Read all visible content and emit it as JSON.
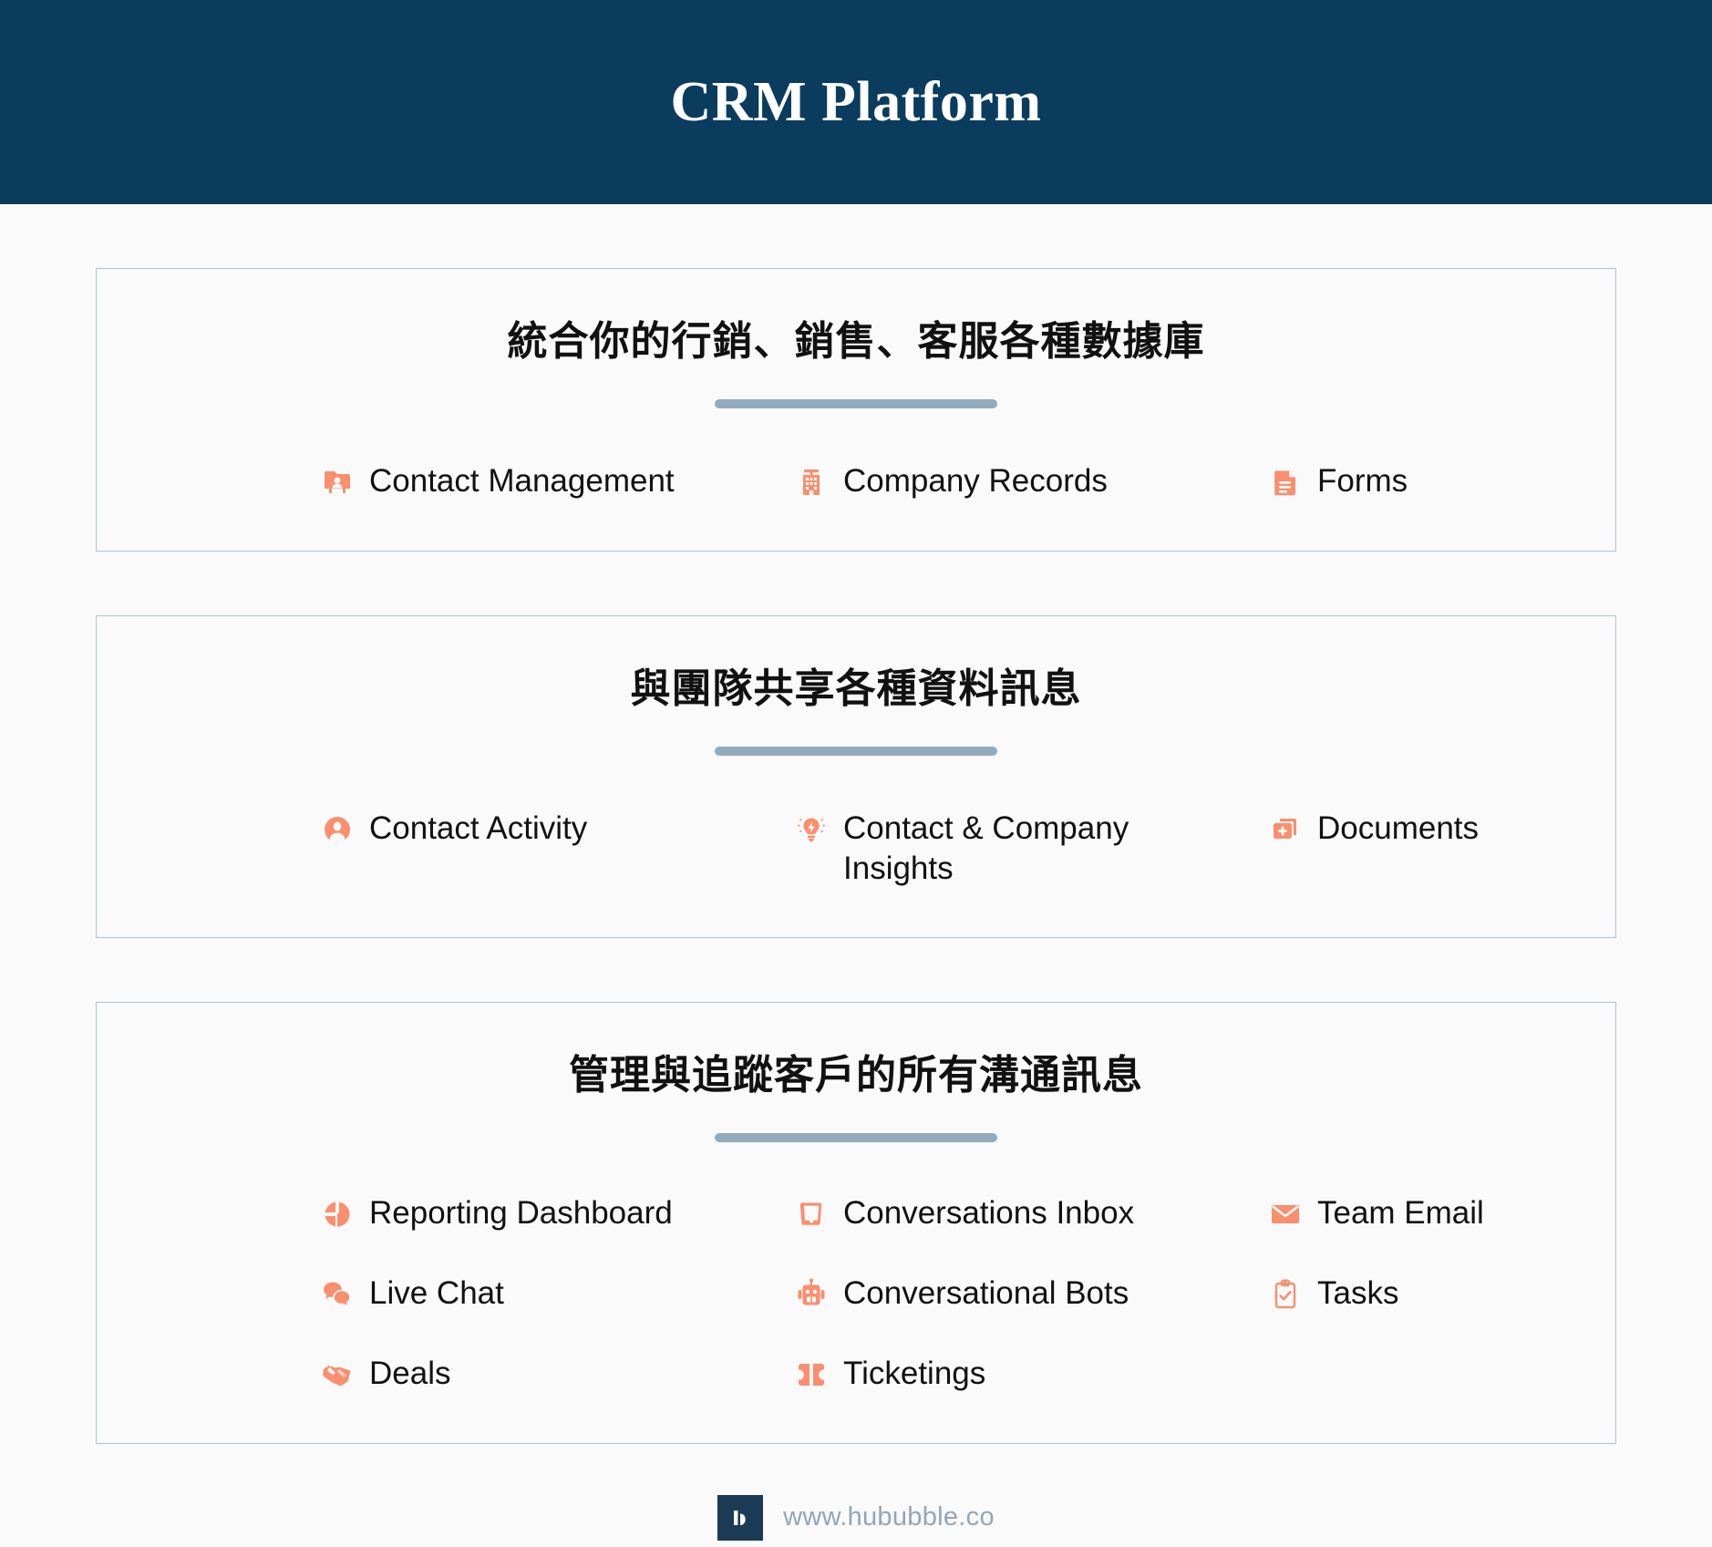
{
  "header": {
    "title": "CRM Platform",
    "bg_color": "#0a3c5e",
    "text_color": "#ffffff"
  },
  "theme": {
    "accent_color": "#fa8f6f",
    "divider_color": "#94aabd",
    "card_border_color": "#b3c3d3",
    "page_bg": "#fafafa",
    "text_color": "#111111"
  },
  "cards": [
    {
      "title": "統合你的行銷、銷售、客服各種數據庫",
      "features": [
        {
          "label": "Contact Management",
          "icon": "contact-card-icon"
        },
        {
          "label": "Company Records",
          "icon": "building-icon"
        },
        {
          "label": "Forms",
          "icon": "document-icon"
        }
      ]
    },
    {
      "title": "與團隊共享各種資料訊息",
      "features": [
        {
          "label": "Contact Activity",
          "icon": "person-circle-icon"
        },
        {
          "label": "Contact & Company Insights",
          "icon": "lightbulb-icon"
        },
        {
          "label": "Documents",
          "icon": "add-documents-icon"
        }
      ]
    },
    {
      "title": "管理與追蹤客戶的所有溝通訊息",
      "features": [
        {
          "label": "Reporting Dashboard",
          "icon": "pie-chart-icon"
        },
        {
          "label": "Conversations Inbox",
          "icon": "inbox-tray-icon"
        },
        {
          "label": "Team Email",
          "icon": "envelope-icon"
        },
        {
          "label": "Live Chat",
          "icon": "chat-bubbles-icon"
        },
        {
          "label": "Conversational Bots",
          "icon": "robot-icon"
        },
        {
          "label": "Tasks",
          "icon": "clipboard-check-icon"
        },
        {
          "label": "Deals",
          "icon": "handshake-icon"
        },
        {
          "label": "Ticketings",
          "icon": "ticket-icon"
        }
      ]
    }
  ],
  "footer": {
    "url": "www.hububble.co",
    "logo_alt": "hububble-logo"
  }
}
